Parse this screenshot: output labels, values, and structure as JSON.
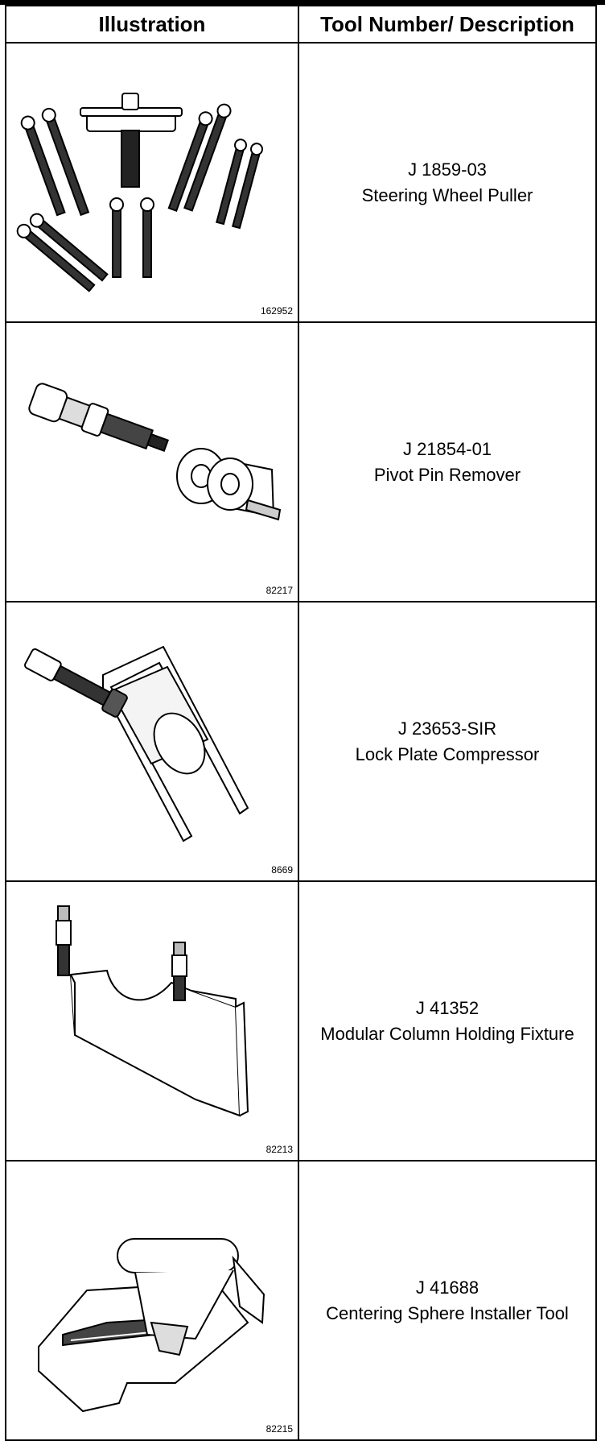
{
  "table": {
    "headers": {
      "illustration": "Illustration",
      "description": "Tool Number/ Description"
    },
    "rows": [
      {
        "tool_number": "J 1859-03",
        "description": "Steering Wheel Puller",
        "figure_id": "162952",
        "icon": "steering-wheel-puller-icon"
      },
      {
        "tool_number": "J 21854-01",
        "description": "Pivot Pin Remover",
        "figure_id": "82217",
        "icon": "pivot-pin-remover-icon"
      },
      {
        "tool_number": "J 23653-SIR",
        "description": "Lock Plate Compressor",
        "figure_id": "8669",
        "icon": "lock-plate-compressor-icon"
      },
      {
        "tool_number": "J 41352",
        "description": "Modular Column Holding Fixture",
        "figure_id": "82213",
        "icon": "column-holding-fixture-icon"
      },
      {
        "tool_number": "J 41688",
        "description": "Centering Sphere Installer Tool",
        "figure_id": "82215",
        "icon": "centering-sphere-installer-icon"
      }
    ]
  }
}
